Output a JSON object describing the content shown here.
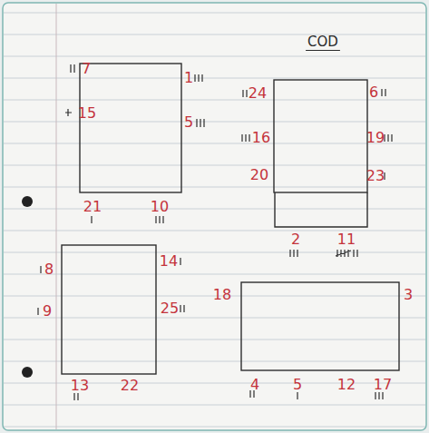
{
  "diagram": {
    "title": "COD",
    "labels": [
      "7",
      "15",
      "1",
      "5",
      "21",
      "10",
      "24",
      "16",
      "20",
      "6",
      "19",
      "23",
      "2",
      "11",
      "8",
      "9",
      "14",
      "25",
      "13",
      "22",
      "18",
      "3",
      "4",
      "5",
      "12",
      "17"
    ]
  }
}
